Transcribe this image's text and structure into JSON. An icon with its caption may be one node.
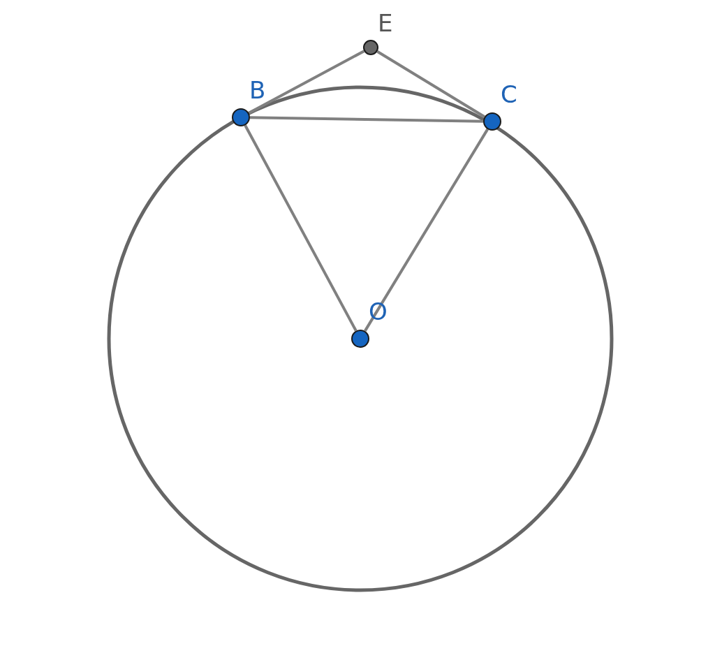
{
  "diagram": {
    "nodes": [
      {
        "text": [],
        "shape": "circle",
        "beside": [
          "E"
        ]
      },
      {
        "text": [],
        "shape": "circle",
        "beside": [
          "B"
        ]
      },
      {
        "text": [],
        "shape": "circle",
        "beside": [
          "C"
        ]
      },
      {
        "text": [],
        "shape": "circle",
        "beside": [
          "O"
        ]
      }
    ],
    "edges": [
      {
        "from": 1,
        "to": 0,
        "arrow": "none"
      },
      {
        "from": 0,
        "to": 2,
        "arrow": "none"
      },
      {
        "from": 1,
        "to": 2,
        "arrow": "none"
      },
      {
        "from": 1,
        "to": 3,
        "arrow": "none"
      },
      {
        "from": 2,
        "to": 3,
        "arrow": "none"
      }
    ]
  }
}
